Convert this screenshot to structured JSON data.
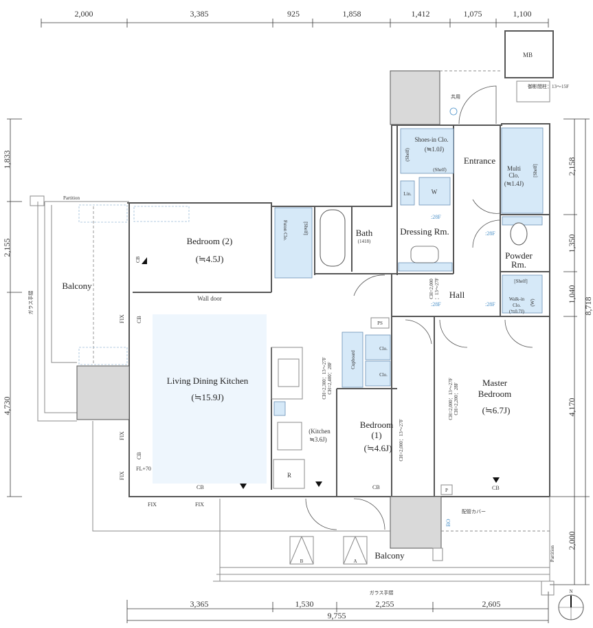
{
  "dimensions": {
    "top": [
      "2,000",
      "3,385",
      "925",
      "1,858",
      "1,412",
      "1,075",
      "1,100"
    ],
    "left": [
      "1,833",
      "2,155",
      "4,730"
    ],
    "right": [
      "2,158",
      "1,350",
      "1,040",
      "4,170",
      "2,000"
    ],
    "right_total": "8,718",
    "bottom": [
      "3,365",
      "1,530",
      "2,255",
      "2,605"
    ],
    "bottom_total": "9,755"
  },
  "rooms": {
    "bedroom2": {
      "name": "Bedroom (2)",
      "size": "(≒4.5J)"
    },
    "futon_clo": {
      "name": "Futon Clo.",
      "shelf": "[Shelf]"
    },
    "bath": {
      "name": "Bath",
      "size": "(1418)"
    },
    "ldk": {
      "name": "Living Dining Kitchen",
      "size": "(≒15.9J)"
    },
    "kitchen": {
      "name": "(Kitchen",
      "size": "≒3.6J)"
    },
    "bedroom1": {
      "name": "Bedroom",
      "num": "(1)",
      "size": "(≒4.6J)"
    },
    "master": {
      "name1": "Master",
      "name2": "Bedroom",
      "size": "(≒6.7J)"
    },
    "hall": "Hall",
    "dressing": "Dressing Rm.",
    "shoes": {
      "name": "Shoes-in Clo.",
      "size": "(≒1.0J)",
      "shelf": "(Shelf)",
      "shelf2": "(Shelf)"
    },
    "entrance": "Entrance",
    "multi": {
      "name1": "Multi",
      "name2": "Clo.",
      "size": "(≒1.4J)",
      "shelf": "[Shelf]"
    },
    "powder": {
      "name1": "Powder",
      "name2": "Rm."
    },
    "walkin": {
      "shelf": "[Shelf]",
      "name1": "Walk-in",
      "name2": "Clo.",
      "size": "(≒0.7J)",
      "w": "(W)"
    },
    "mb": "MB",
    "balcony_left": "Balcony",
    "balcony_bottom": "Balcony",
    "lin": "Lin.",
    "w": "W",
    "cupboard": "Cupboard",
    "clo": "Clo.",
    "ps": "PS",
    "r": "R",
    "p": "P"
  },
  "annotations": {
    "partition": "Partition",
    "wall_door": "Wall door",
    "cb": "CB",
    "fix": "FIX",
    "fl70": "FL+70",
    "glass_rail": "ガラス手摺",
    "pipe_cover": "配管カバー",
    "column_note": "御影間柱：13～15F",
    "kyoyo": "共用",
    "ch_kitchen1": "CH=2,300：13～27F",
    "ch_kitchen2": "CH=2,400：28F",
    "ch_bed1": "CH=2,000：13～27F",
    "ch_master1": "CH=2,000：13～27F",
    "ch_master2": "CH=2,200：28F",
    "ch_hall1": "CH=2,000",
    "ch_hall2": "：13～27F",
    "f28": ":28F",
    "bo": "BO",
    "a": "A",
    "b": "B",
    "north": "N"
  }
}
